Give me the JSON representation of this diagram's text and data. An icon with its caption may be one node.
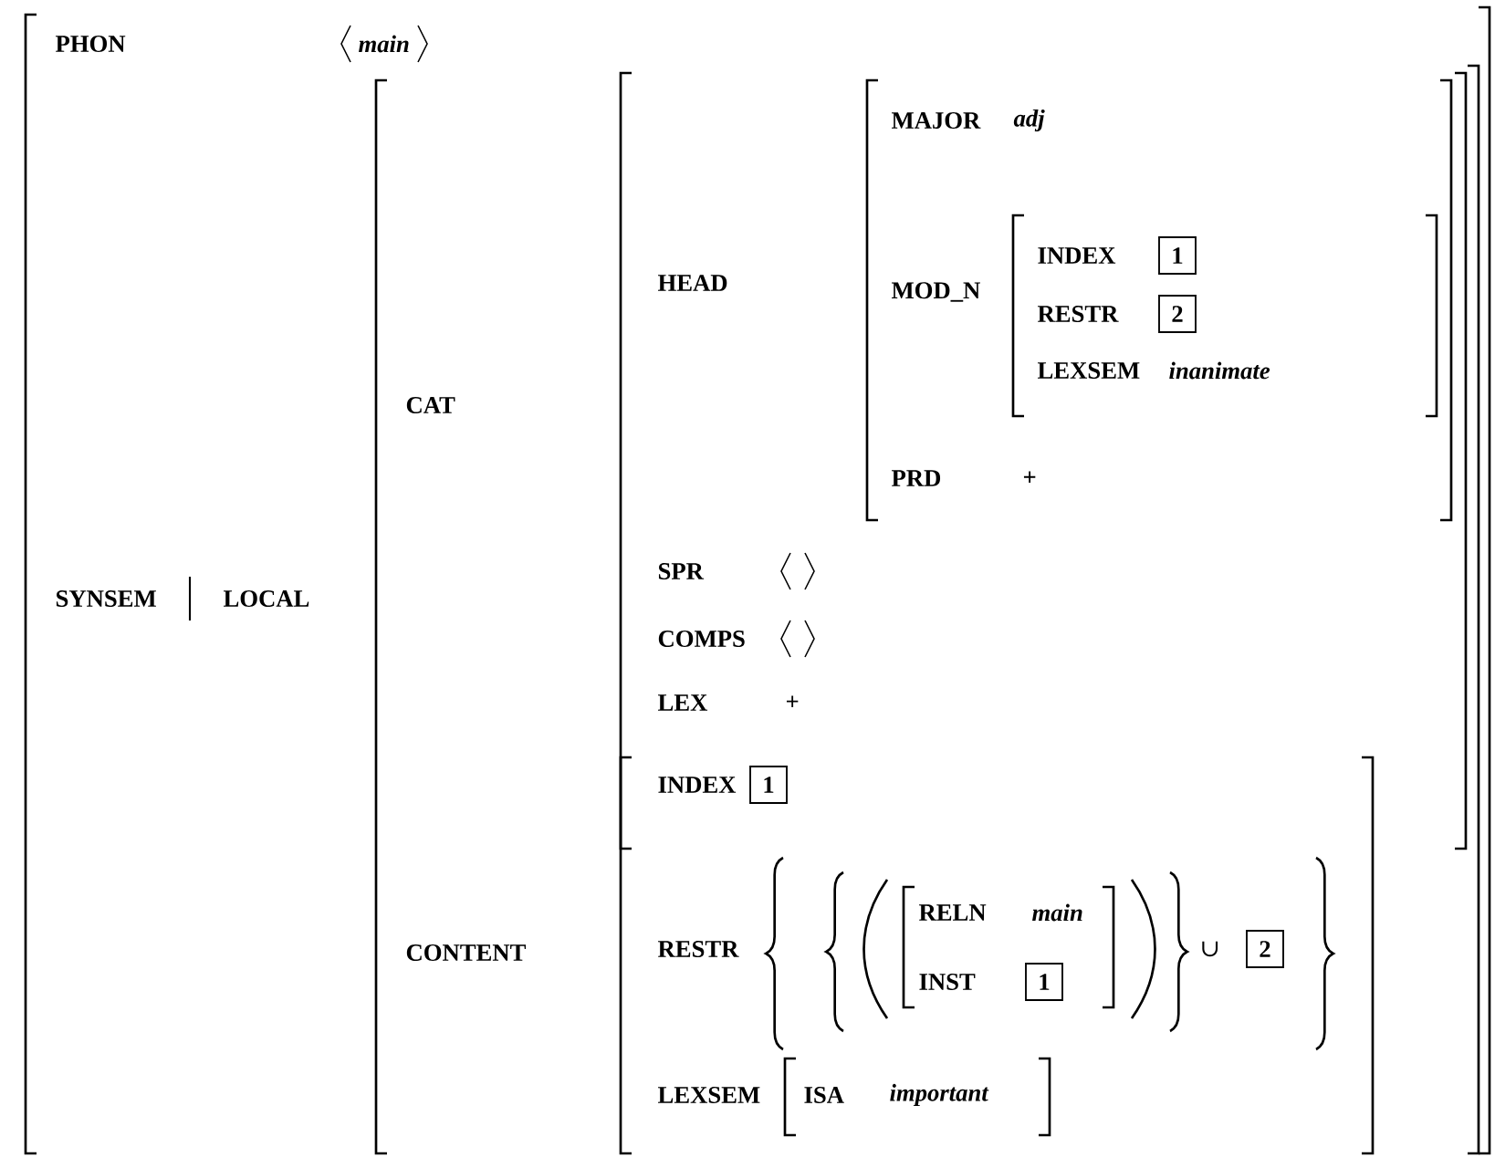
{
  "diagram": {
    "nodes": [
      {
        "text": [
          "1"
        ]
      },
      {
        "text": [
          "2"
        ]
      },
      {
        "text": [
          "1"
        ]
      },
      {
        "text": [
          "2"
        ]
      },
      {
        "text": [
          "1"
        ]
      }
    ],
    "labels": [
      "PHON",
      "main",
      "SYNSEM",
      "LOCAL",
      "CAT",
      "HEAD",
      "MAJOR",
      "adj",
      "MOD_N",
      "INDEX",
      "RESTR",
      "LEXSEM",
      "inanimate",
      "PRD",
      "+",
      "SPR",
      "COMPS",
      "LEX",
      "+",
      "CONTENT",
      "INDEX",
      "RESTR",
      "RELN",
      "main",
      "∪",
      "INST",
      "LEXSEM",
      "ISA",
      "important"
    ]
  }
}
